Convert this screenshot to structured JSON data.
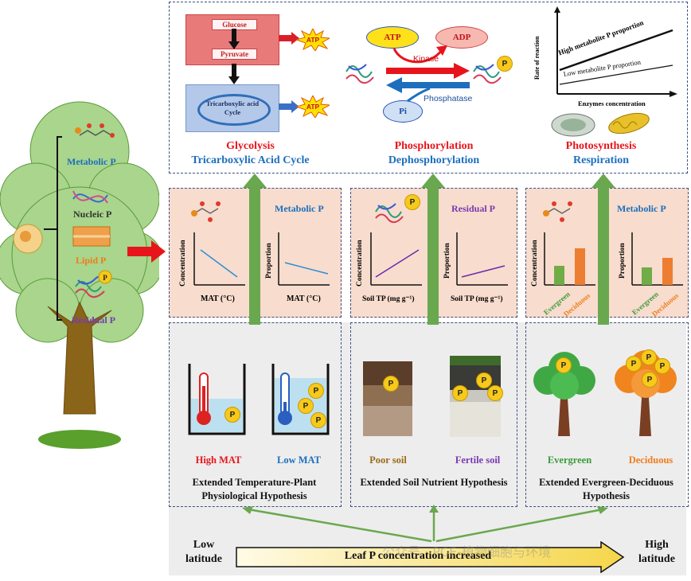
{
  "tree": {
    "labels": [
      "Metabolic P",
      "Nucleic P",
      "Lipid P",
      "Residual P"
    ],
    "p_symbol": "P"
  },
  "top": {
    "glycolysis": {
      "glucose": "Glucose",
      "pyruvate": "Pyruvate",
      "tca": "Tricarboxylic acid Cycle",
      "atp": "ATP",
      "title1": "Glycolysis",
      "title2": "Tricarboxylic Acid Cycle"
    },
    "phospho": {
      "atp": "ATP",
      "adp": "ADP",
      "pi": "Pi",
      "kinase": "Kinase",
      "phosphatase": "Phosphatase",
      "title1": "Phosphorylation",
      "title2": "Dephosphorylation"
    },
    "photo": {
      "high": "High metabolite P proportion",
      "low": "Low metabolite P proportion",
      "ylabel": "Rate of reaction",
      "xlabel": "Enzymes concentration",
      "title1": "Photosynthesis",
      "title2": "Respiration"
    }
  },
  "middle": {
    "panel1": {
      "label": "Metabolic P",
      "y1": "Concentration",
      "y2": "Proportion",
      "x1": "MAT (°C)",
      "x2": "MAT (°C)"
    },
    "panel2": {
      "label": "Residual P",
      "y1": "Concentration",
      "y2": "Proportion",
      "x1": "Soil TP (mg g⁻¹)",
      "x2": "Soil TP (mg g⁻¹)"
    },
    "panel3": {
      "label": "Metabolic P",
      "y1": "Concentration",
      "y2": "Proportion",
      "cat1": "Evergreen",
      "cat2": "Deciduous"
    }
  },
  "bottom": {
    "h1": {
      "a": "High MAT",
      "b": "Low MAT",
      "title": "Extended Temperature-Plant Physiological Hypothesis"
    },
    "h2": {
      "a": "Poor soil",
      "b": "Fertile soil",
      "title": "Extended Soil Nutrient Hypothesis"
    },
    "h3": {
      "a": "Evergreen",
      "b": "Deciduous",
      "title": "Extended Evergreen-Deciduous Hypothesis"
    }
  },
  "axis": {
    "low": "Low latitude",
    "high": "High latitude",
    "arrow": "Leaf P concentration increased"
  },
  "watermark": "公众号 · PCE-植物细胞与环境",
  "colors": {
    "red": "#e8141c",
    "blue": "#1d6fbd",
    "green": "#6aa84f",
    "peach": "#f8dccd"
  }
}
